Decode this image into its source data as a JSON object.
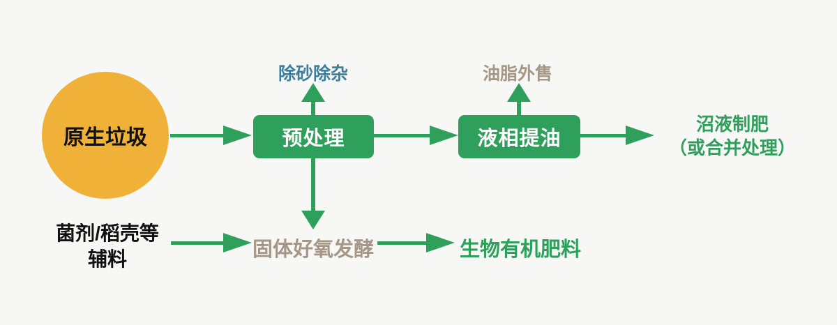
{
  "diagram": {
    "nodes": {
      "raw_waste": {
        "label": "原生垃圾",
        "shape": "circle",
        "fill": "#efb137"
      },
      "pretreatment": {
        "label": "预处理",
        "shape": "rounded-rect",
        "fill": "#2ea05b"
      },
      "oil_extraction": {
        "label": "液相提油",
        "shape": "rounded-rect",
        "fill": "#2ea05b"
      }
    },
    "labels": {
      "desanding": "除砂除杂",
      "oil_sale": "油脂外售",
      "biogas_fertilizer": "沼液制肥\n（或合并处理）",
      "auxiliary": "菌剂/稻壳等\n辅料",
      "aerobic_fermentation": "固体好氧发酵",
      "bio_fertilizer": "生物有机肥料"
    },
    "colors": {
      "green": "#2ea05b",
      "yellow": "#efb137",
      "teal": "#3d7e9d",
      "taupe": "#a69685",
      "text_black": "#111111",
      "background": "#f7f8f6"
    },
    "edges": [
      {
        "from": "原生垃圾",
        "to": "预处理"
      },
      {
        "from": "预处理",
        "to": "除砂除杂"
      },
      {
        "from": "预处理",
        "to": "液相提油"
      },
      {
        "from": "液相提油",
        "to": "油脂外售"
      },
      {
        "from": "液相提油",
        "to": "沼液制肥（或合并处理）"
      },
      {
        "from": "预处理",
        "to": "固体好氧发酵"
      },
      {
        "from": "菌剂/稻壳等辅料",
        "to": "固体好氧发酵"
      },
      {
        "from": "固体好氧发酵",
        "to": "生物有机肥料"
      }
    ]
  }
}
